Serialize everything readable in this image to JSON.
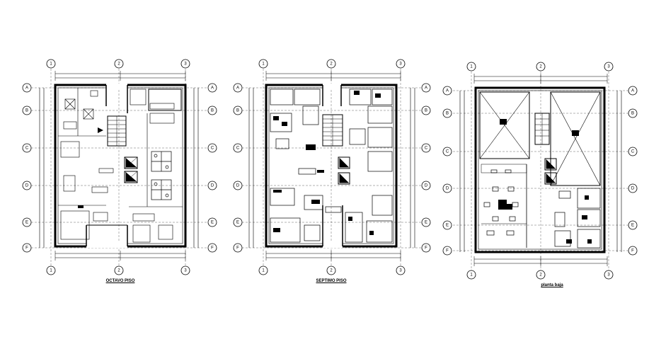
{
  "plans": [
    {
      "id": "octavo",
      "title": "OCTAVO PISO",
      "column_labels": [
        "1",
        "2",
        "3"
      ],
      "row_labels": [
        "A",
        "B",
        "C",
        "D",
        "E",
        "F"
      ]
    },
    {
      "id": "septimo",
      "title": "SEPTIMO PISO",
      "column_labels": [
        "1",
        "2",
        "3"
      ],
      "row_labels": [
        "A",
        "B",
        "C",
        "D",
        "E",
        "F"
      ]
    },
    {
      "id": "baja",
      "title": "planta baja",
      "column_labels": [
        "1",
        "2",
        "3"
      ],
      "row_labels": [
        "A",
        "B",
        "C",
        "D",
        "E",
        "F"
      ]
    }
  ]
}
